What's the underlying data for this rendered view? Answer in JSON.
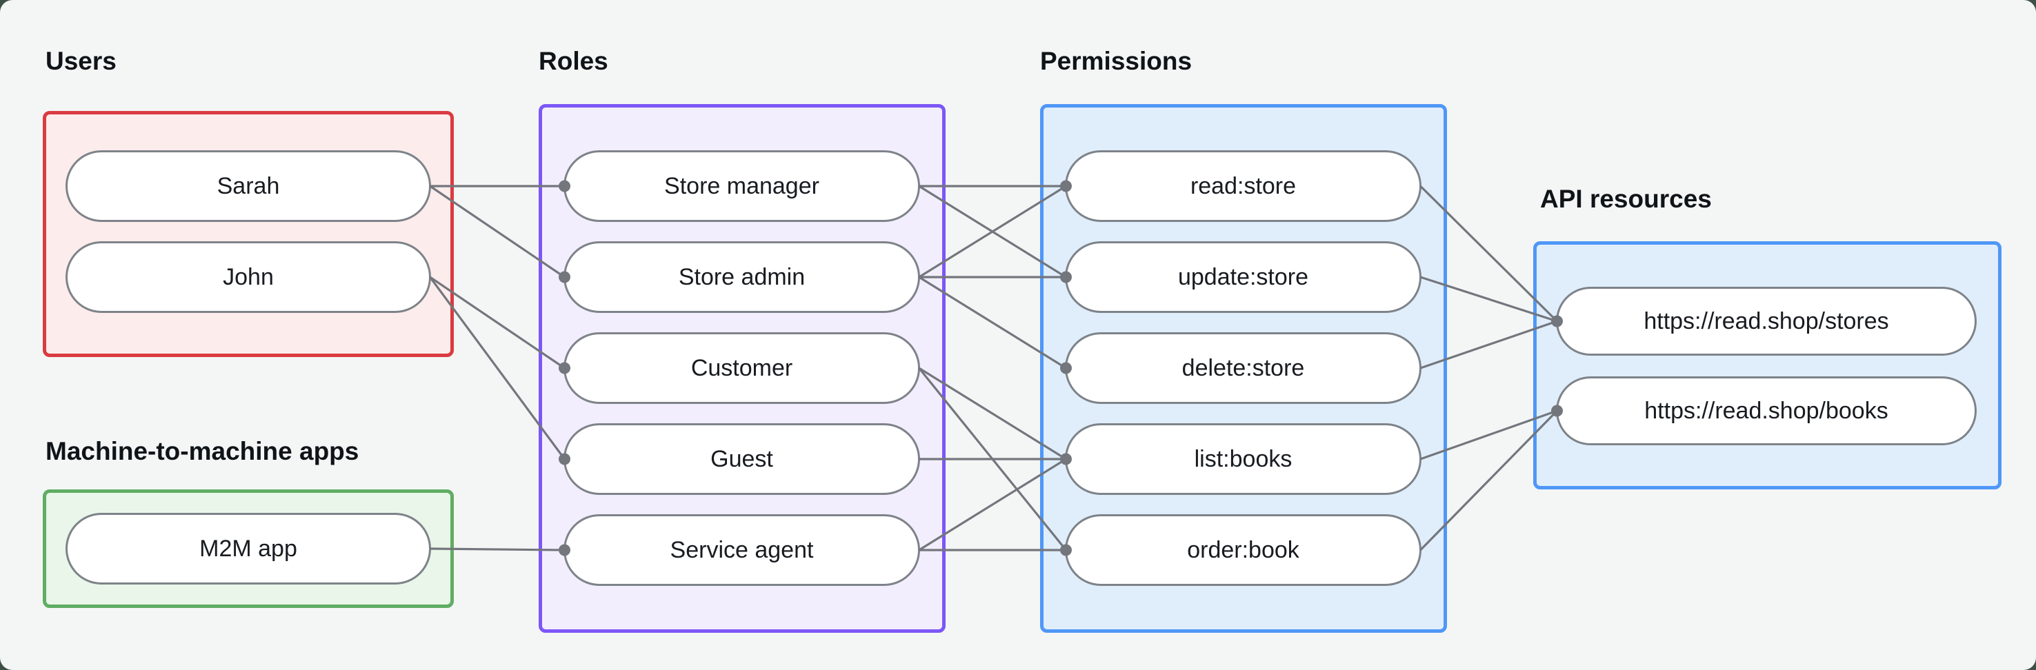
{
  "canvas": {
    "background": "#f4f6f5",
    "backdrop": "#3e4f45"
  },
  "colors": {
    "edge_line": "#73767c",
    "edge_dot": "#73767c",
    "pill_border": "#7e8389",
    "pill_fill": "#ffffff",
    "text": "#181b1f",
    "title_text": "#0f1418"
  },
  "sections": {
    "users": {
      "title": "Users",
      "border": "#da3b41",
      "fill": "#fdecec",
      "nodes": [
        {
          "id": "sarah",
          "label": "Sarah"
        },
        {
          "id": "john",
          "label": "John"
        }
      ]
    },
    "m2m": {
      "title": "Machine-to-machine apps",
      "border": "#60ad64",
      "fill": "#e9f6e9",
      "nodes": [
        {
          "id": "m2m-app",
          "label": "M2M app"
        }
      ]
    },
    "roles": {
      "title": "Roles",
      "border": "#7c57f7",
      "fill": "#f3eefe",
      "nodes": [
        {
          "id": "store-manager",
          "label": "Store manager"
        },
        {
          "id": "store-admin",
          "label": "Store admin"
        },
        {
          "id": "customer",
          "label": "Customer"
        },
        {
          "id": "guest",
          "label": "Guest"
        },
        {
          "id": "service-agent",
          "label": "Service agent"
        }
      ]
    },
    "permissions": {
      "title": "Permissions",
      "border": "#4f97f7",
      "fill": "#e0eefc",
      "nodes": [
        {
          "id": "read-store",
          "label": "read:store"
        },
        {
          "id": "update-store",
          "label": "update:store"
        },
        {
          "id": "delete-store",
          "label": "delete:store"
        },
        {
          "id": "list-books",
          "label": "list:books"
        },
        {
          "id": "order-book",
          "label": "order:book"
        }
      ]
    },
    "api": {
      "title": "API resources",
      "border": "#4f97f7",
      "fill": "#e0eefc",
      "nodes": [
        {
          "id": "api-stores",
          "label": "https://read.shop/stores"
        },
        {
          "id": "api-books",
          "label": "https://read.shop/books"
        }
      ]
    }
  },
  "edges": [
    {
      "from": "sarah",
      "to": "store-manager"
    },
    {
      "from": "sarah",
      "to": "store-admin"
    },
    {
      "from": "john",
      "to": "customer"
    },
    {
      "from": "john",
      "to": "guest"
    },
    {
      "from": "m2m-app",
      "to": "service-agent"
    },
    {
      "from": "store-manager",
      "to": "read-store"
    },
    {
      "from": "store-manager",
      "to": "update-store"
    },
    {
      "from": "store-admin",
      "to": "read-store"
    },
    {
      "from": "store-admin",
      "to": "update-store"
    },
    {
      "from": "store-admin",
      "to": "delete-store"
    },
    {
      "from": "customer",
      "to": "list-books"
    },
    {
      "from": "customer",
      "to": "order-book"
    },
    {
      "from": "guest",
      "to": "list-books"
    },
    {
      "from": "service-agent",
      "to": "list-books"
    },
    {
      "from": "service-agent",
      "to": "order-book"
    },
    {
      "from": "read-store",
      "to": "api-stores"
    },
    {
      "from": "update-store",
      "to": "api-stores"
    },
    {
      "from": "delete-store",
      "to": "api-stores"
    },
    {
      "from": "list-books",
      "to": "api-books"
    },
    {
      "from": "order-book",
      "to": "api-books"
    }
  ]
}
